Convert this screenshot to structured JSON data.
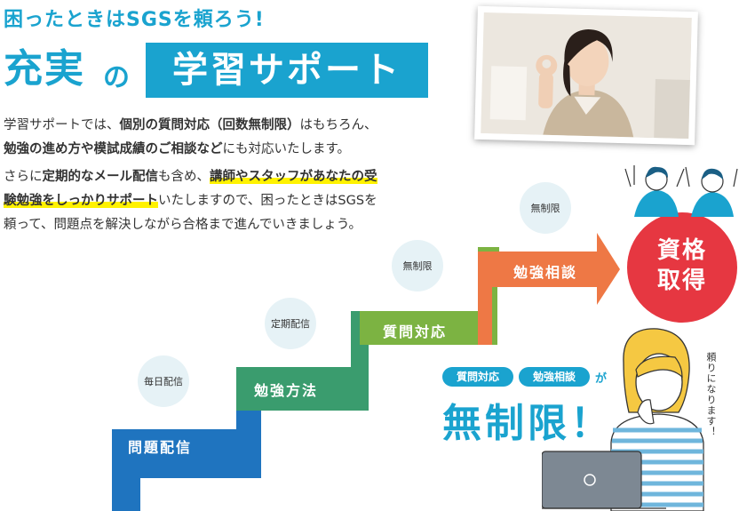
{
  "header": {
    "catchphrase": "困ったときはSGSを頼ろう!",
    "title_main": "充実",
    "title_particle": "の",
    "title_highlight": "学習サポート"
  },
  "body": {
    "p1_a": "学習サポートでは、",
    "p1_b": "個別の質問対応（回数無制限）",
    "p1_c": "はもちろん、",
    "p1_d": "勉強の進め方や模試成績のご相談など",
    "p1_e": "にも対応いたします。",
    "p2_a": "さらに",
    "p2_b": "定期的なメール配信",
    "p2_c": "も含め、",
    "p2_d": "講師やスタッフがあなたの受験勉強をしっかりサポート",
    "p2_e": "いたしますので、困ったときはSGSを頼って、問題点を解決しながら合格まで進んでいきましょう。"
  },
  "steps": [
    {
      "label": "問題配信",
      "bubble": "毎日配信",
      "color": "#1f74bf"
    },
    {
      "label": "勉強方法",
      "bubble": "定期配信",
      "color": "#3a9c6e"
    },
    {
      "label": "質問対応",
      "bubble": "無制限",
      "color": "#7cb342"
    },
    {
      "label": "勉強相談",
      "bubble": "無制限",
      "color": "#ee7845"
    }
  ],
  "goal": {
    "line1": "資格",
    "line2": "取得",
    "color": "#e63741"
  },
  "promo": {
    "pill1": "質問対応",
    "pill2": "勉強相談",
    "particle": "が",
    "headline": "無制限！",
    "speech": "頼りになります！"
  },
  "colors": {
    "accent": "#1aa3cf",
    "highlight": "#fff200"
  }
}
